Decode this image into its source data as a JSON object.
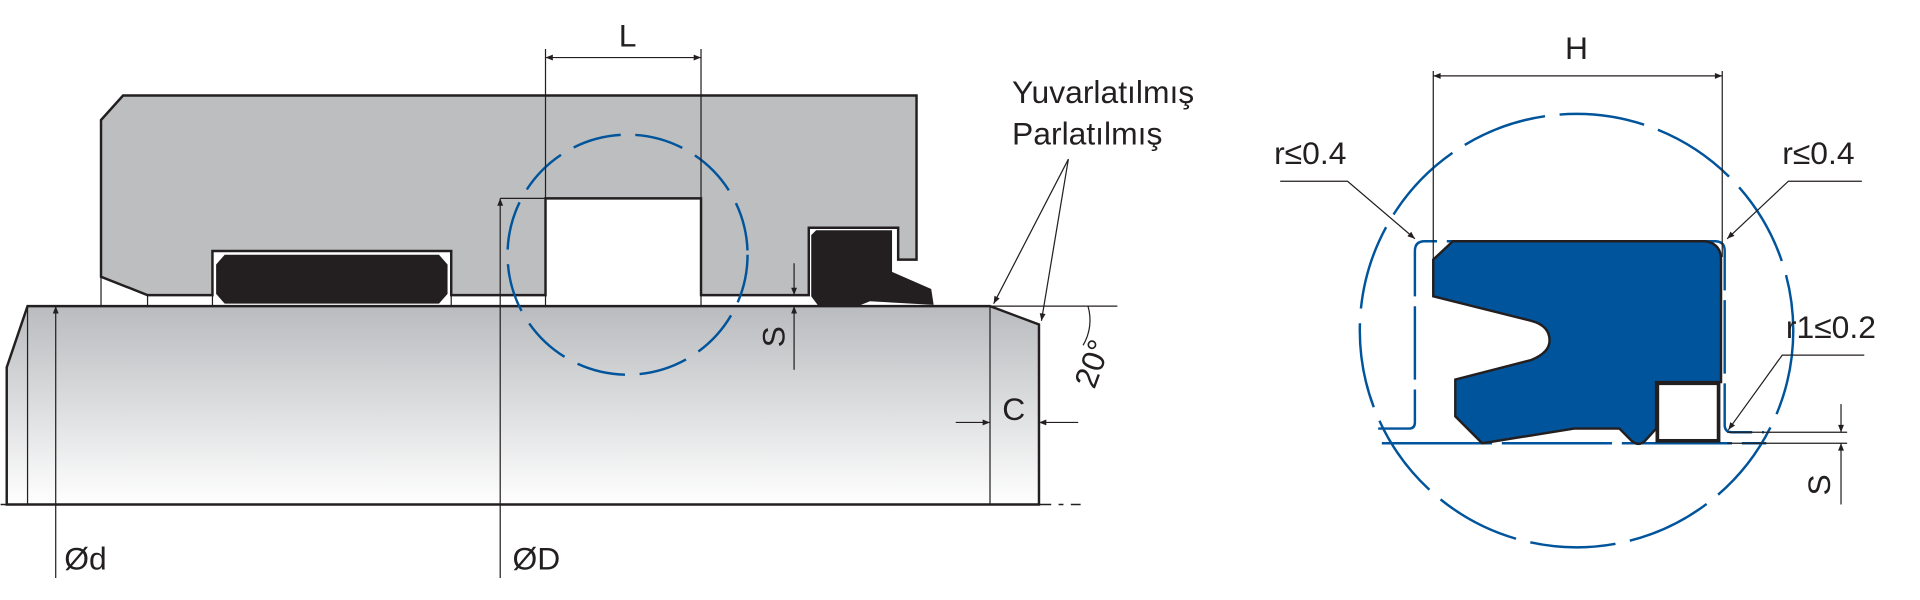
{
  "main_view": {
    "dim_L": "L",
    "dim_D": "ØD",
    "dim_d": "Ød",
    "dim_S": "S",
    "dim_C": "C",
    "angle": "20°",
    "note_line1": "Yuvarlatılmış",
    "note_line2": "Parlatılmış"
  },
  "detail_view": {
    "dim_H": "H",
    "radius_left": "r≤0.4",
    "radius_right": "r≤0.4",
    "radius_r1": "r1≤0.2",
    "dim_S": "S"
  },
  "colors": {
    "seal_blue": "#00549b",
    "housing_gray": "#bcbec0",
    "seal_black": "#231f20"
  }
}
